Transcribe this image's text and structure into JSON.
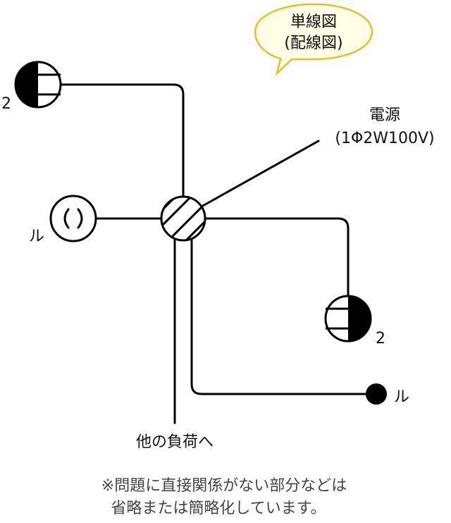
{
  "callout": {
    "line1": "単線図",
    "line2": "(配線図)",
    "fill": "#fffde6",
    "stroke": "#e8be2a"
  },
  "power_source": {
    "line1": "電源",
    "line2": "(1Φ2W100V)"
  },
  "outlet_top_left": {
    "count_label": "2",
    "icon": "duplex-outlet-icon"
  },
  "outlet_bottom_right": {
    "count_label": "2",
    "icon": "duplex-outlet-icon"
  },
  "pull_switch": {
    "label": "ル",
    "icon": "pull-switch-icon"
  },
  "dot_switch": {
    "label": "ル",
    "icon": "switch-dot-icon"
  },
  "junction_box": {
    "icon": "junction-box-icon"
  },
  "other_loads": {
    "label": "他の負荷へ"
  },
  "note": {
    "line1": "※問題に直接関係がない部分などは",
    "line2": "省略または簡略化しています。"
  },
  "colors": {
    "line": "#000000",
    "text": "#111111",
    "note_text": "#444444"
  }
}
